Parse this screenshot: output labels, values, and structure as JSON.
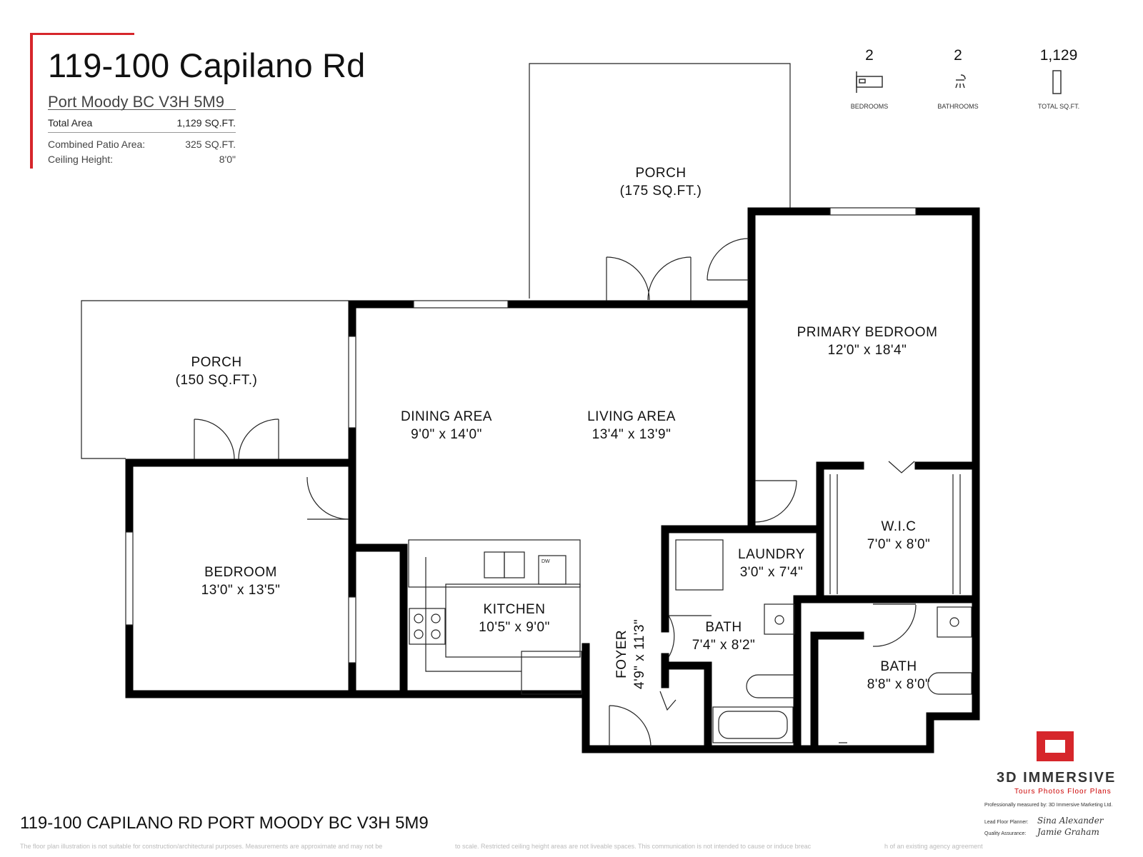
{
  "header": {
    "address": "119-100 Capilano Rd",
    "city": "Port Moody BC V3H 5M9",
    "total_area_label": "Total Area",
    "total_area_value": "1,129 SQ.FT.",
    "patio_label": "Combined Patio Area:",
    "patio_value": "325 SQ.FT.",
    "ceiling_label": "Ceiling Height:",
    "ceiling_value": "8'0\""
  },
  "stats": {
    "bedrooms": {
      "value": "2",
      "label": "BEDROOMS",
      "icon": "bed-icon"
    },
    "bathrooms": {
      "value": "2",
      "label": "BATHROOMS",
      "icon": "shower-icon"
    },
    "sqft": {
      "value": "1,129",
      "label": "TOTAL SQ.FT.",
      "icon": "area-icon"
    }
  },
  "rooms": {
    "porch_top": {
      "name": "PORCH",
      "dims": "(175 SQ.FT.)"
    },
    "porch_left": {
      "name": "PORCH",
      "dims": "(150 SQ.FT.)"
    },
    "primary_bedroom": {
      "name": "PRIMARY BEDROOM",
      "dims": "12'0\" x 18'4\""
    },
    "dining": {
      "name": "DINING AREA",
      "dims": "9'0\" x 14'0\""
    },
    "living": {
      "name": "LIVING AREA",
      "dims": "13'4\" x 13'9\""
    },
    "bedroom": {
      "name": "BEDROOM",
      "dims": "13'0\" x 13'5\""
    },
    "kitchen": {
      "name": "KITCHEN",
      "dims": "10'5\" x 9'0\""
    },
    "laundry": {
      "name": "LAUNDRY",
      "dims": "3'0\" x 7'4\""
    },
    "wic": {
      "name": "W.I.C",
      "dims": "7'0\" x 8'0\""
    },
    "bath1": {
      "name": "BATH",
      "dims": "7'4\" x 8'2\""
    },
    "bath2": {
      "name": "BATH",
      "dims": "8'8\" x 8'0\""
    },
    "foyer": {
      "name": "FOYER",
      "dims": "4'9\" x 11'3\""
    },
    "dishwasher_label": "DW"
  },
  "footer": {
    "address_bold": "119-100 CAPILANO RD",
    "address_rest": " PORT MOODY BC V3H 5M9",
    "disclaimer_1": "The floor plan illustration is not suitable for construction/architectural purposes. Measurements are approximate and may not be",
    "disclaimer_2": "to scale. Restricted ceiling height areas are not liveable spaces. This communication is not intended to cause or induce breac",
    "disclaimer_3": "h of an existing agency agreement"
  },
  "brand": {
    "name": "3D IMMERSIVE",
    "tagline": "Tours  Photos  Floor Plans",
    "measured_by": "Professionally measured by: 3D Immersive Marketing Ltd.",
    "lead_label": "Lead Floor Planner:",
    "lead_sig": "Sina Alexander",
    "qa_label": "Quality Assurance:",
    "qa_sig": "Jamie Graham"
  },
  "colors": {
    "accent": "#d6262b",
    "wall": "#000000",
    "line": "#222222"
  }
}
